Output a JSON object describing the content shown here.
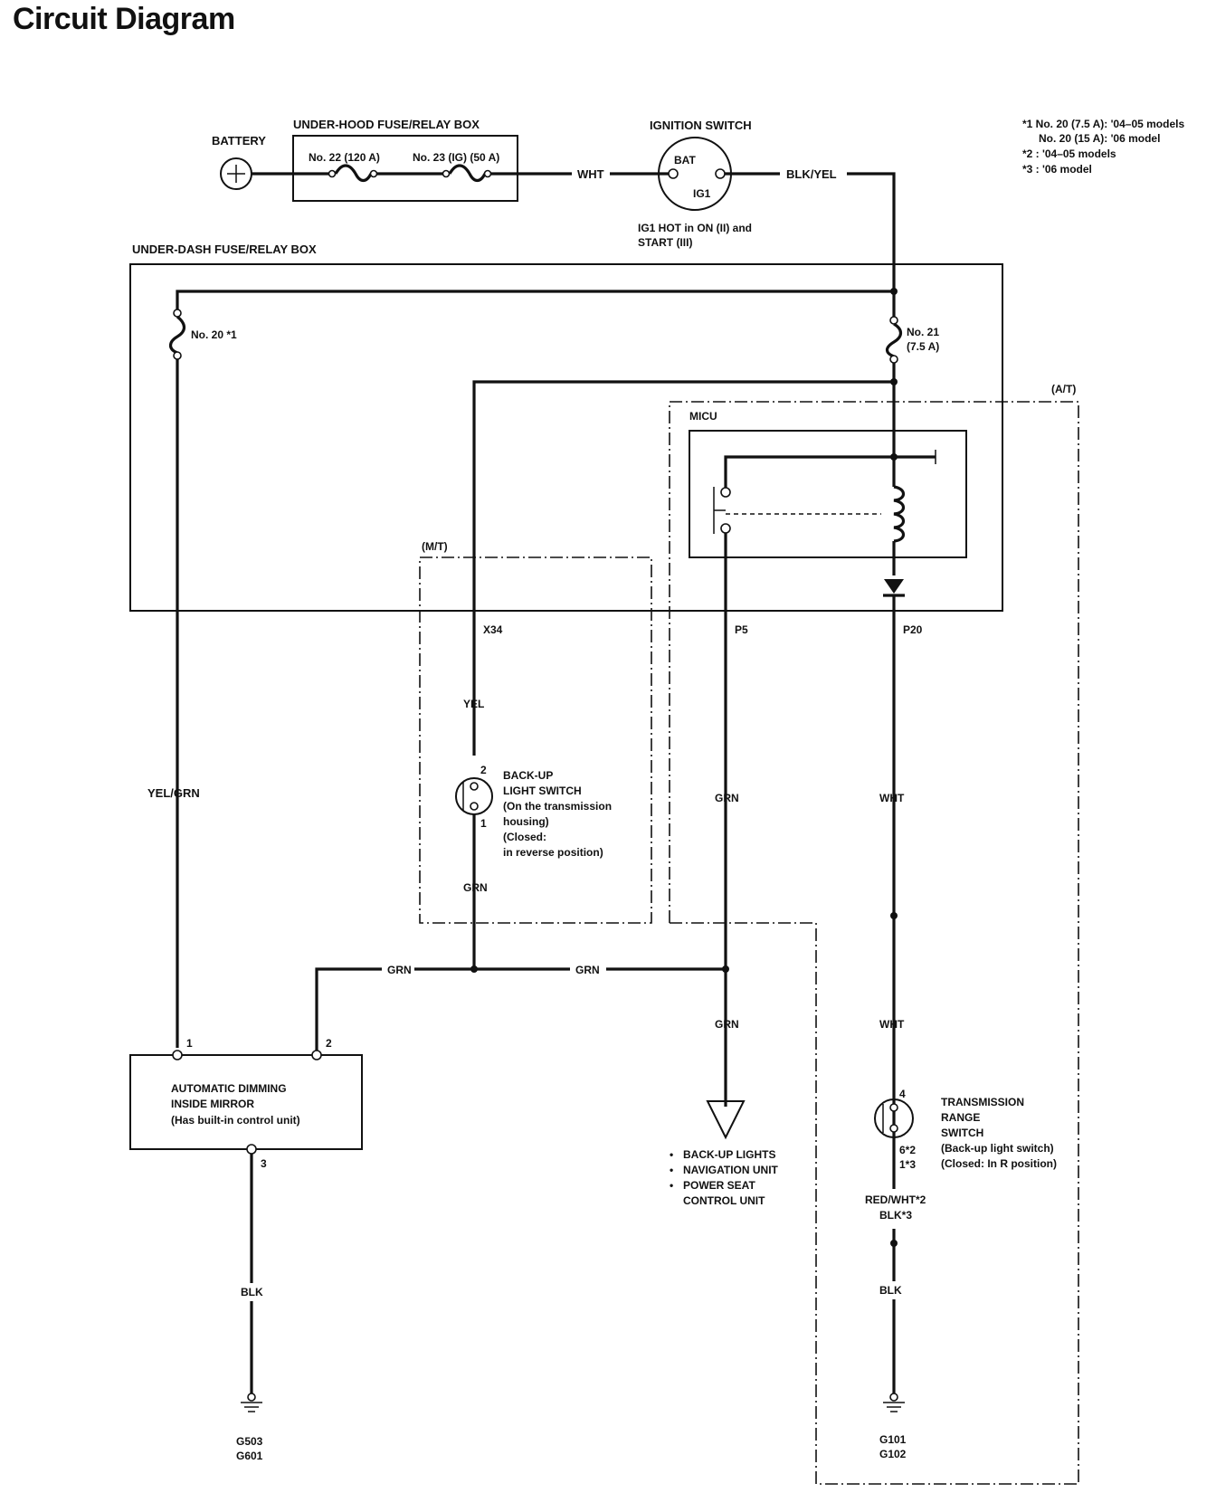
{
  "title": "Circuit Diagram",
  "notes": [
    "*1 No. 20 (7.5 A): '04–05 models",
    "No. 20 (15 A): '06 model",
    "*2 : '04–05 models",
    "*3 : '06 model"
  ],
  "components": {
    "battery": "BATTERY",
    "underhood_box": "UNDER-HOOD FUSE/RELAY BOX",
    "fuse_22": "No. 22 (120 A)",
    "fuse_23": "No. 23 (IG) (50 A)",
    "ignition_switch": "IGNITION SWITCH",
    "ign_bat": "BAT",
    "ign_ig1": "IG1",
    "ign_note_1": "IG1 HOT in ON (II) and",
    "ign_note_2": "START (III)",
    "underdash_box": "UNDER-DASH FUSE/RELAY BOX",
    "fuse_20": "No. 20 *1",
    "fuse_21_a": "No. 21",
    "fuse_21_b": "(7.5 A)",
    "micu": "MICU",
    "mt": "(M/T)",
    "at": "(A/T)",
    "backup_switch": [
      "BACK-UP",
      "LIGHT SWITCH",
      "(On the transmission",
      "housing)",
      "(Closed:",
      "in reverse position)"
    ],
    "mirror": [
      "AUTOMATIC DIMMING",
      "INSIDE MIRROR",
      "(Has built-in control unit)"
    ],
    "loads": [
      "BACK-UP LIGHTS",
      "NAVIGATION UNIT",
      "POWER SEAT",
      "CONTROL UNIT"
    ],
    "trs": [
      "TRANSMISSION",
      "RANGE",
      "SWITCH",
      "(Back-up light switch)",
      "(Closed: In R position)"
    ]
  },
  "connectors": {
    "x34": "X34",
    "p5": "P5",
    "p20": "P20"
  },
  "pins": {
    "bus_2": "2",
    "bus_1": "1",
    "mirror_1": "1",
    "mirror_2": "2",
    "mirror_3": "3",
    "trs_4": "4",
    "trs_6": "6*2",
    "trs_1": "1*3"
  },
  "wires": {
    "wht_top": "WHT",
    "blk_yel": "BLK/YEL",
    "yel_grn": "YEL/GRN",
    "yel": "YEL",
    "grn_mt": "GRN",
    "grn_p5": "GRN",
    "wht_p20": "WHT",
    "grn_left": "GRN",
    "grn_mid": "GRN",
    "grn_down": "GRN",
    "wht_lower": "WHT",
    "red_wht": "RED/WHT*2",
    "blk_3": "BLK*3",
    "blk_right": "BLK",
    "blk_left": "BLK"
  },
  "grounds": {
    "left_1": "G503",
    "left_2": "G601",
    "right_1": "G101",
    "right_2": "G102"
  }
}
